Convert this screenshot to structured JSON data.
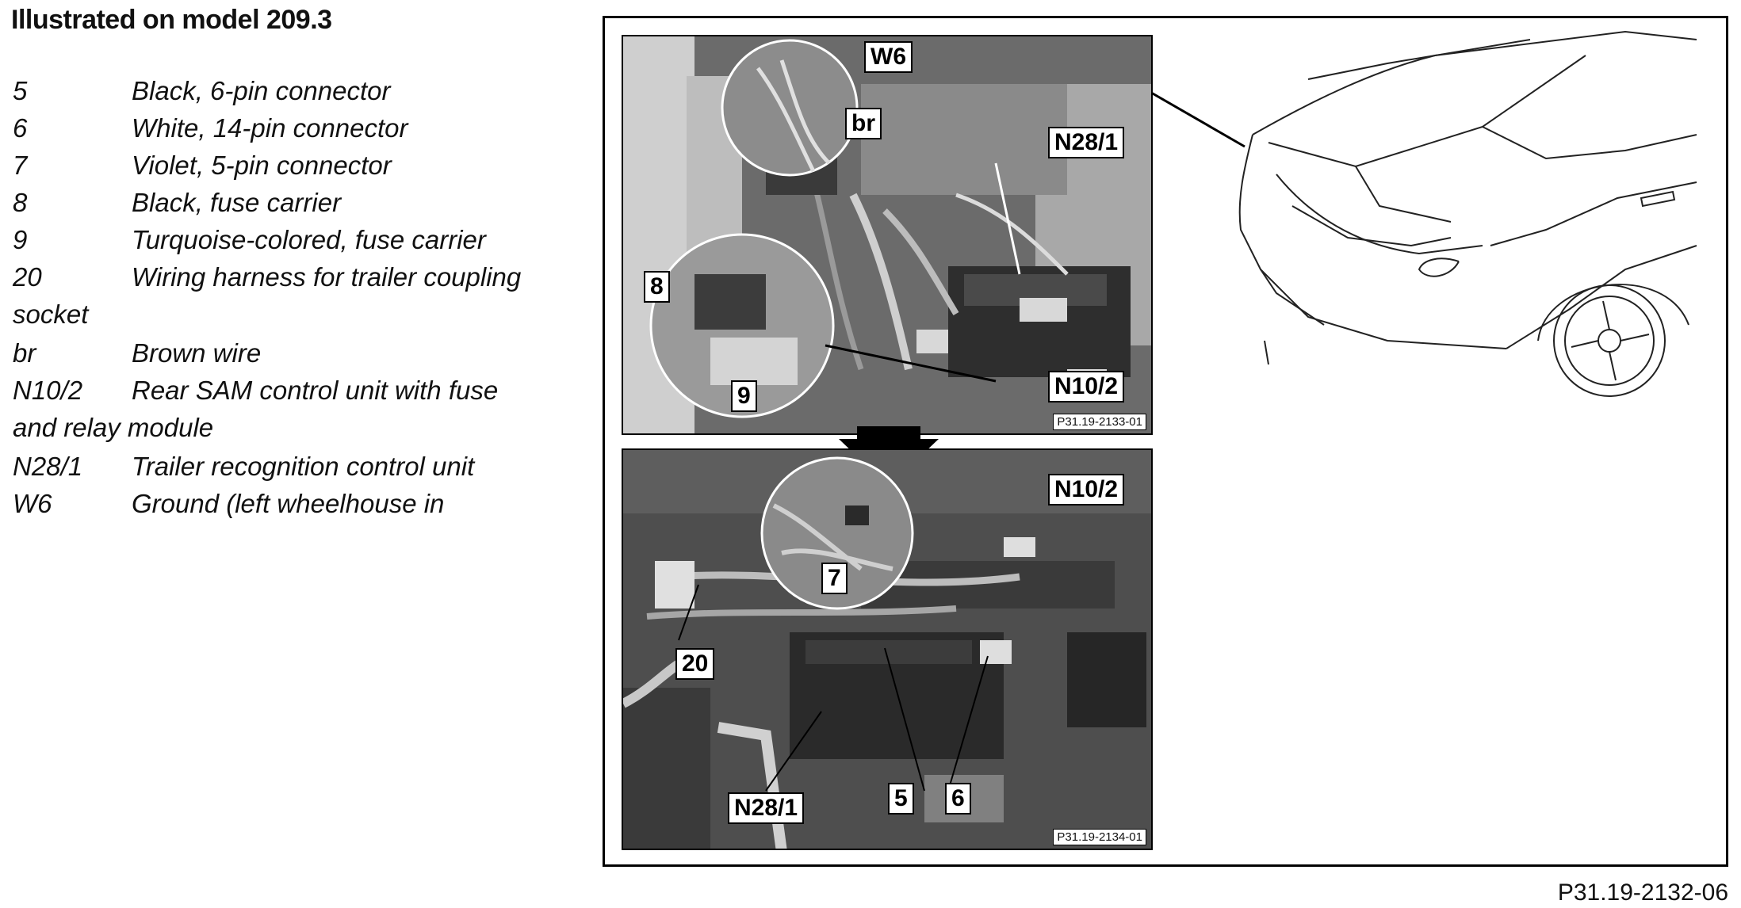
{
  "title": "Illustrated on model 209.3",
  "legend": [
    {
      "code": "5",
      "desc": "Black, 6-pin connector"
    },
    {
      "code": "6",
      "desc": "White, 14-pin connector"
    },
    {
      "code": "7",
      "desc": "Violet, 5-pin connector"
    },
    {
      "code": "8",
      "desc": "Black, fuse carrier"
    },
    {
      "code": "9",
      "desc": "Turquoise-colored, fuse carrier"
    },
    {
      "code": "20",
      "desc": "Wiring harness for trailer coupling",
      "cont": "socket"
    },
    {
      "code": "br",
      "desc": "Brown wire"
    },
    {
      "code": "N10/2",
      "desc": "Rear SAM control unit with fuse",
      "cont": "and relay module"
    },
    {
      "code": "N28/1",
      "desc": "Trailer recognition control unit"
    },
    {
      "code": "W6",
      "desc": "Ground (left wheelhouse in"
    }
  ],
  "photo_top": {
    "labels": {
      "w6": "W6",
      "br": "br",
      "n28_1": "N28/1",
      "l8": "8",
      "l9": "9",
      "n10_2": "N10/2"
    },
    "ref": "P31.19-2133-01"
  },
  "photo_bottom": {
    "labels": {
      "n10_2": "N10/2",
      "l7": "7",
      "l20": "20",
      "n28_1": "N28/1",
      "l5": "5",
      "l6": "6"
    },
    "ref": "P31.19-2134-01"
  },
  "figure_ref": "P31.19-2132-06"
}
